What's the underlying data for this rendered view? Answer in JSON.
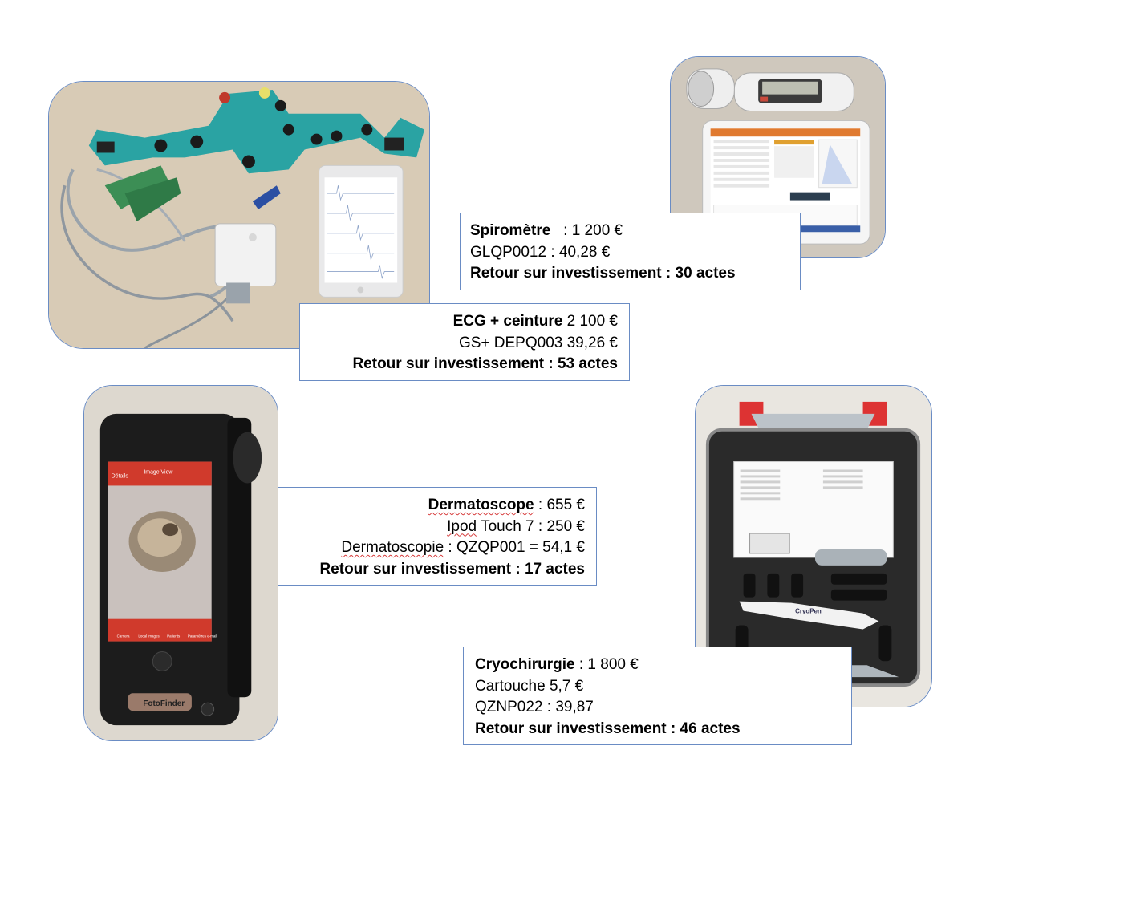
{
  "spirometre": {
    "device_label": "Spiromètre",
    "device_price": ": 1 200 €",
    "code_line": "GLQP0012 : 40,28 €",
    "roi_label": "Retour sur investissement",
    "roi_value": ": 30 actes"
  },
  "ecg": {
    "device_label": "ECG + ceinture",
    "device_price": "2 100 €",
    "code_line": "GS+ DEPQ003 39,26 €",
    "roi_label": "Retour sur investissement",
    "roi_value": ": 53 actes"
  },
  "dermatoscope": {
    "device_label": "Dermatoscope",
    "device_price": ": 655 €",
    "ipod_name": "Ipod",
    "ipod_rest": "Touch 7 : 250 €",
    "exam_name": "Dermatoscopie",
    "exam_rest": ": QZQP001 = 54,1 €",
    "roi_label": "Retour sur investissement",
    "roi_value": ": 17 actes"
  },
  "cryochirurgie": {
    "device_label": "Cryochirurgie",
    "device_price": ": 1 800 €",
    "cartridge_line": "Cartouche 5,7 €",
    "code_line": "QZNP022 : 39,87",
    "roi_label": "Retour sur investissement",
    "roi_value": ": 46 actes"
  },
  "photos": {
    "derma_back_label": "Détails",
    "derma_screen_title": "Image View",
    "derma_tab_1": "Camera",
    "derma_tab_2": "Local images",
    "derma_tab_3": "Patients",
    "derma_tab_4": "Paramètres e-mail",
    "derma_brand": "FotoFinder",
    "cryo_brand": "CryoPen"
  },
  "colors": {
    "frame_border": "#6a8cc4",
    "squiggle": "#d63a3a",
    "ecg_belt": "#2aa3a3",
    "derma_header": "#d03a2c"
  }
}
